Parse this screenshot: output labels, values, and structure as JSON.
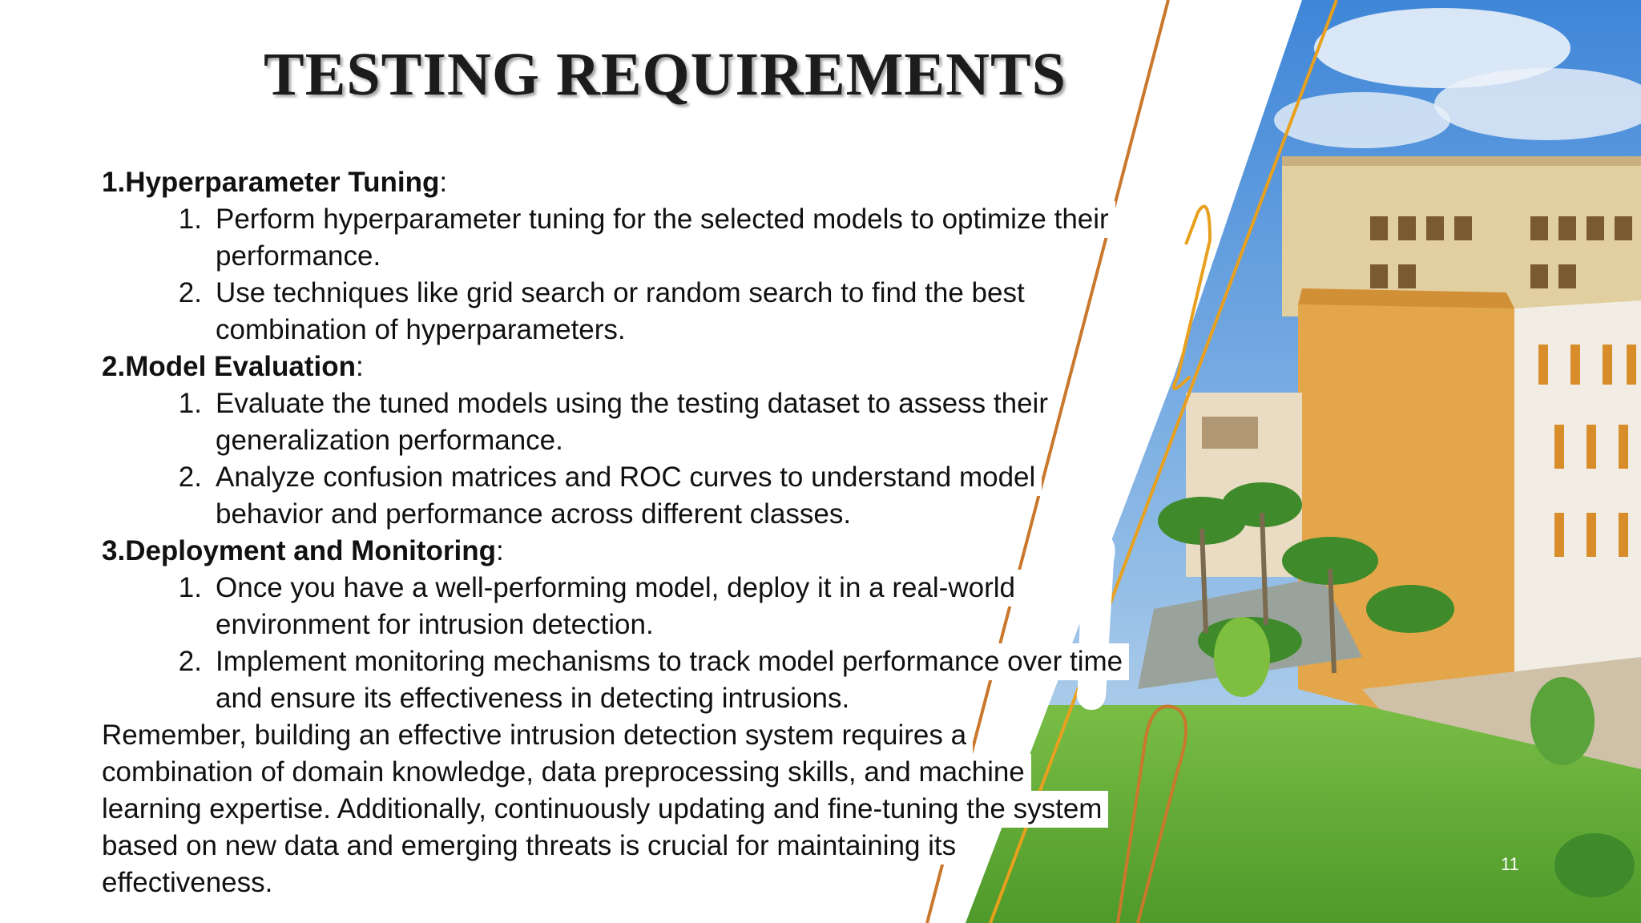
{
  "slide": {
    "title": "TESTING REQUIREMENTS",
    "sections": [
      {
        "heading": "1.Hyperparameter Tuning",
        "items": [
          {
            "num": "1.",
            "lines": [
              "Perform hyperparameter tuning for the selected models to optimize their",
              "performance."
            ]
          },
          {
            "num": "2.",
            "lines": [
              "Use techniques like grid search or random search to find the best",
              "combination of hyperparameters."
            ]
          }
        ]
      },
      {
        "heading": "2.Model Evaluation",
        "items": [
          {
            "num": "1.",
            "lines": [
              "Evaluate the tuned models using the testing dataset to assess their",
              "generalization performance."
            ]
          },
          {
            "num": "2.",
            "lines": [
              "Analyze confusion matrices and ROC curves to understand model",
              "behavior and performance across different classes."
            ]
          }
        ]
      },
      {
        "heading": "3.Deployment and Monitoring",
        "items": [
          {
            "num": "1.",
            "lines": [
              "Once you have a well-performing model, deploy it in a real-world",
              "environment for intrusion detection."
            ]
          },
          {
            "num": "2.",
            "lines": [
              "Implement monitoring mechanisms to track model performance over time",
              "and ensure its effectiveness in detecting intrusions."
            ]
          }
        ]
      }
    ],
    "conclusion": [
      "Remember, building an effective intrusion detection system requires a",
      "combination of domain knowledge, data preprocessing skills, and machine",
      "learning expertise. Additionally, continuously updating and fine-tuning the system",
      "based on new data and emerging threats is crucial for maintaining its",
      "effectiveness."
    ],
    "page_number": "11"
  },
  "colors": {
    "accent_orange": "#e8a01e",
    "accent_brown": "#c9782c",
    "sky": "#4f8fd6",
    "building_yellow": "#e6a848",
    "lawn": "#69b33a"
  }
}
